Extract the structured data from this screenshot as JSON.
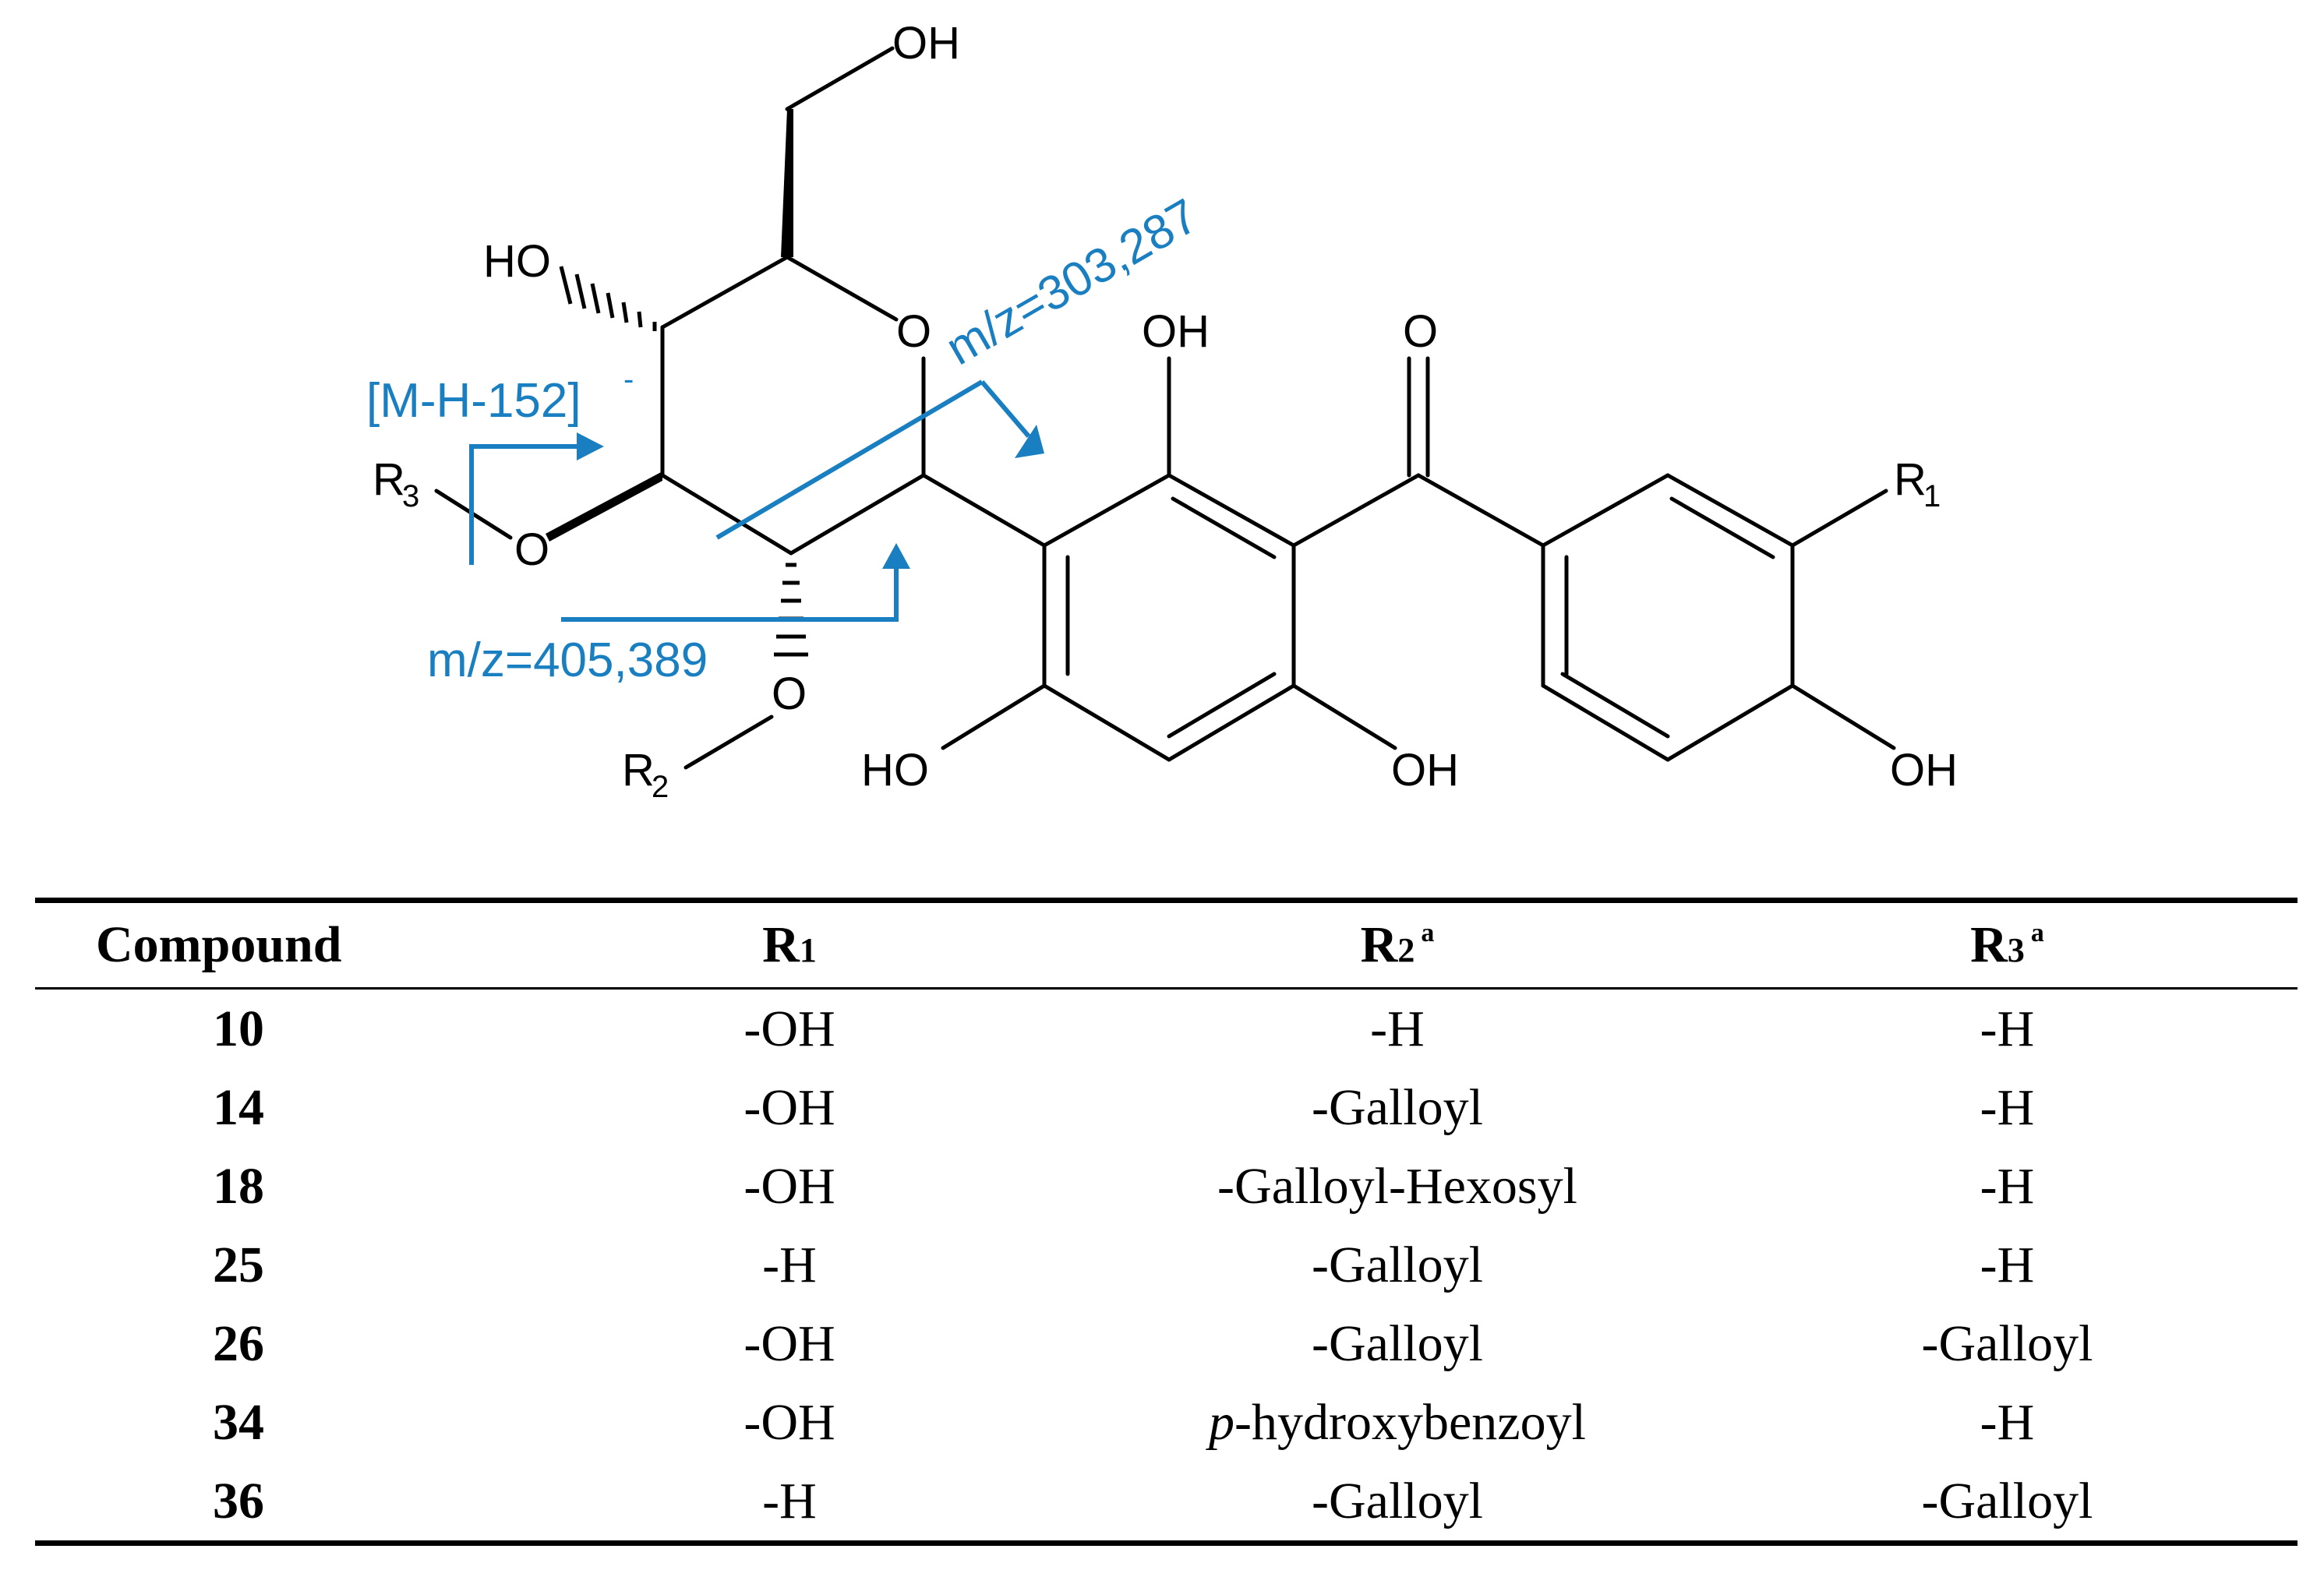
{
  "structure": {
    "atoms": {
      "oh_top": "OH",
      "ho_left": "HO",
      "ring_o": "O",
      "oh_upper": "OH",
      "carbonyl_o": "O",
      "r1": "R",
      "r1_sub": "1",
      "r3": "R",
      "r3_sub": "3",
      "o_r3": "O",
      "o_r2": "O",
      "r2": "R",
      "r2_sub": "2",
      "ho_bottom": "HO",
      "oh_bottom_mid": "OH",
      "oh_bottom_right": "OH"
    },
    "fragments": {
      "mz1": "m/z=303,287",
      "mz2_main": "[M-H-152]",
      "mz2_sup": "-",
      "mz3": "m/z=405,389"
    },
    "colors": {
      "fragment": "#1a7fc1",
      "bond": "#000000"
    }
  },
  "table": {
    "headers": {
      "compound": "Compound",
      "r1": "R",
      "r1_sub": "1",
      "r2": "R",
      "r2_sub": "2",
      "r2_sup": "a",
      "r3": "R",
      "r3_sub": "3",
      "r3_sup": "a"
    },
    "rows": [
      {
        "compound": "10",
        "r1": "-OH",
        "r2_pre": "",
        "r2": "-H",
        "r3": "-H"
      },
      {
        "compound": "14",
        "r1": "-OH",
        "r2_pre": "",
        "r2": "-Galloyl",
        "r3": "-H"
      },
      {
        "compound": "18",
        "r1": "-OH",
        "r2_pre": "",
        "r2": "-Galloyl-Hexosyl",
        "r3": "-H"
      },
      {
        "compound": "25",
        "r1": "-H",
        "r2_pre": "",
        "r2": "-Galloyl",
        "r3": "-H"
      },
      {
        "compound": "26",
        "r1": "-OH",
        "r2_pre": "",
        "r2": "-Galloyl",
        "r3": "-Galloyl"
      },
      {
        "compound": "34",
        "r1": "-OH",
        "r2_pre": "p",
        "r2": "-hydroxybenzoyl",
        "r3": "-H"
      },
      {
        "compound": "36",
        "r1": "-H",
        "r2_pre": "",
        "r2": "-Galloyl",
        "r3": "-Galloyl"
      }
    ]
  }
}
